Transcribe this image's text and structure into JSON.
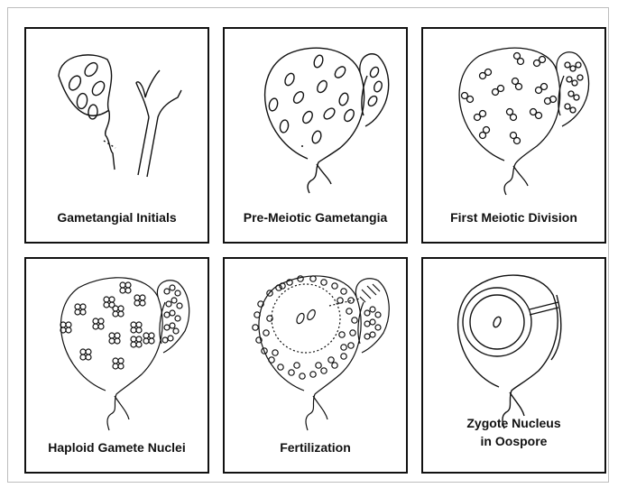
{
  "panels": [
    {
      "caption": "Gametangial Initials"
    },
    {
      "caption": "Pre-Meiotic Gametangia"
    },
    {
      "caption": "First Meiotic Division"
    },
    {
      "caption": "Haploid Gamete Nuclei"
    },
    {
      "caption": "Fertilization"
    },
    {
      "caption_line1": "Zygote Nucleus",
      "caption_line2": "in Oospore"
    }
  ]
}
